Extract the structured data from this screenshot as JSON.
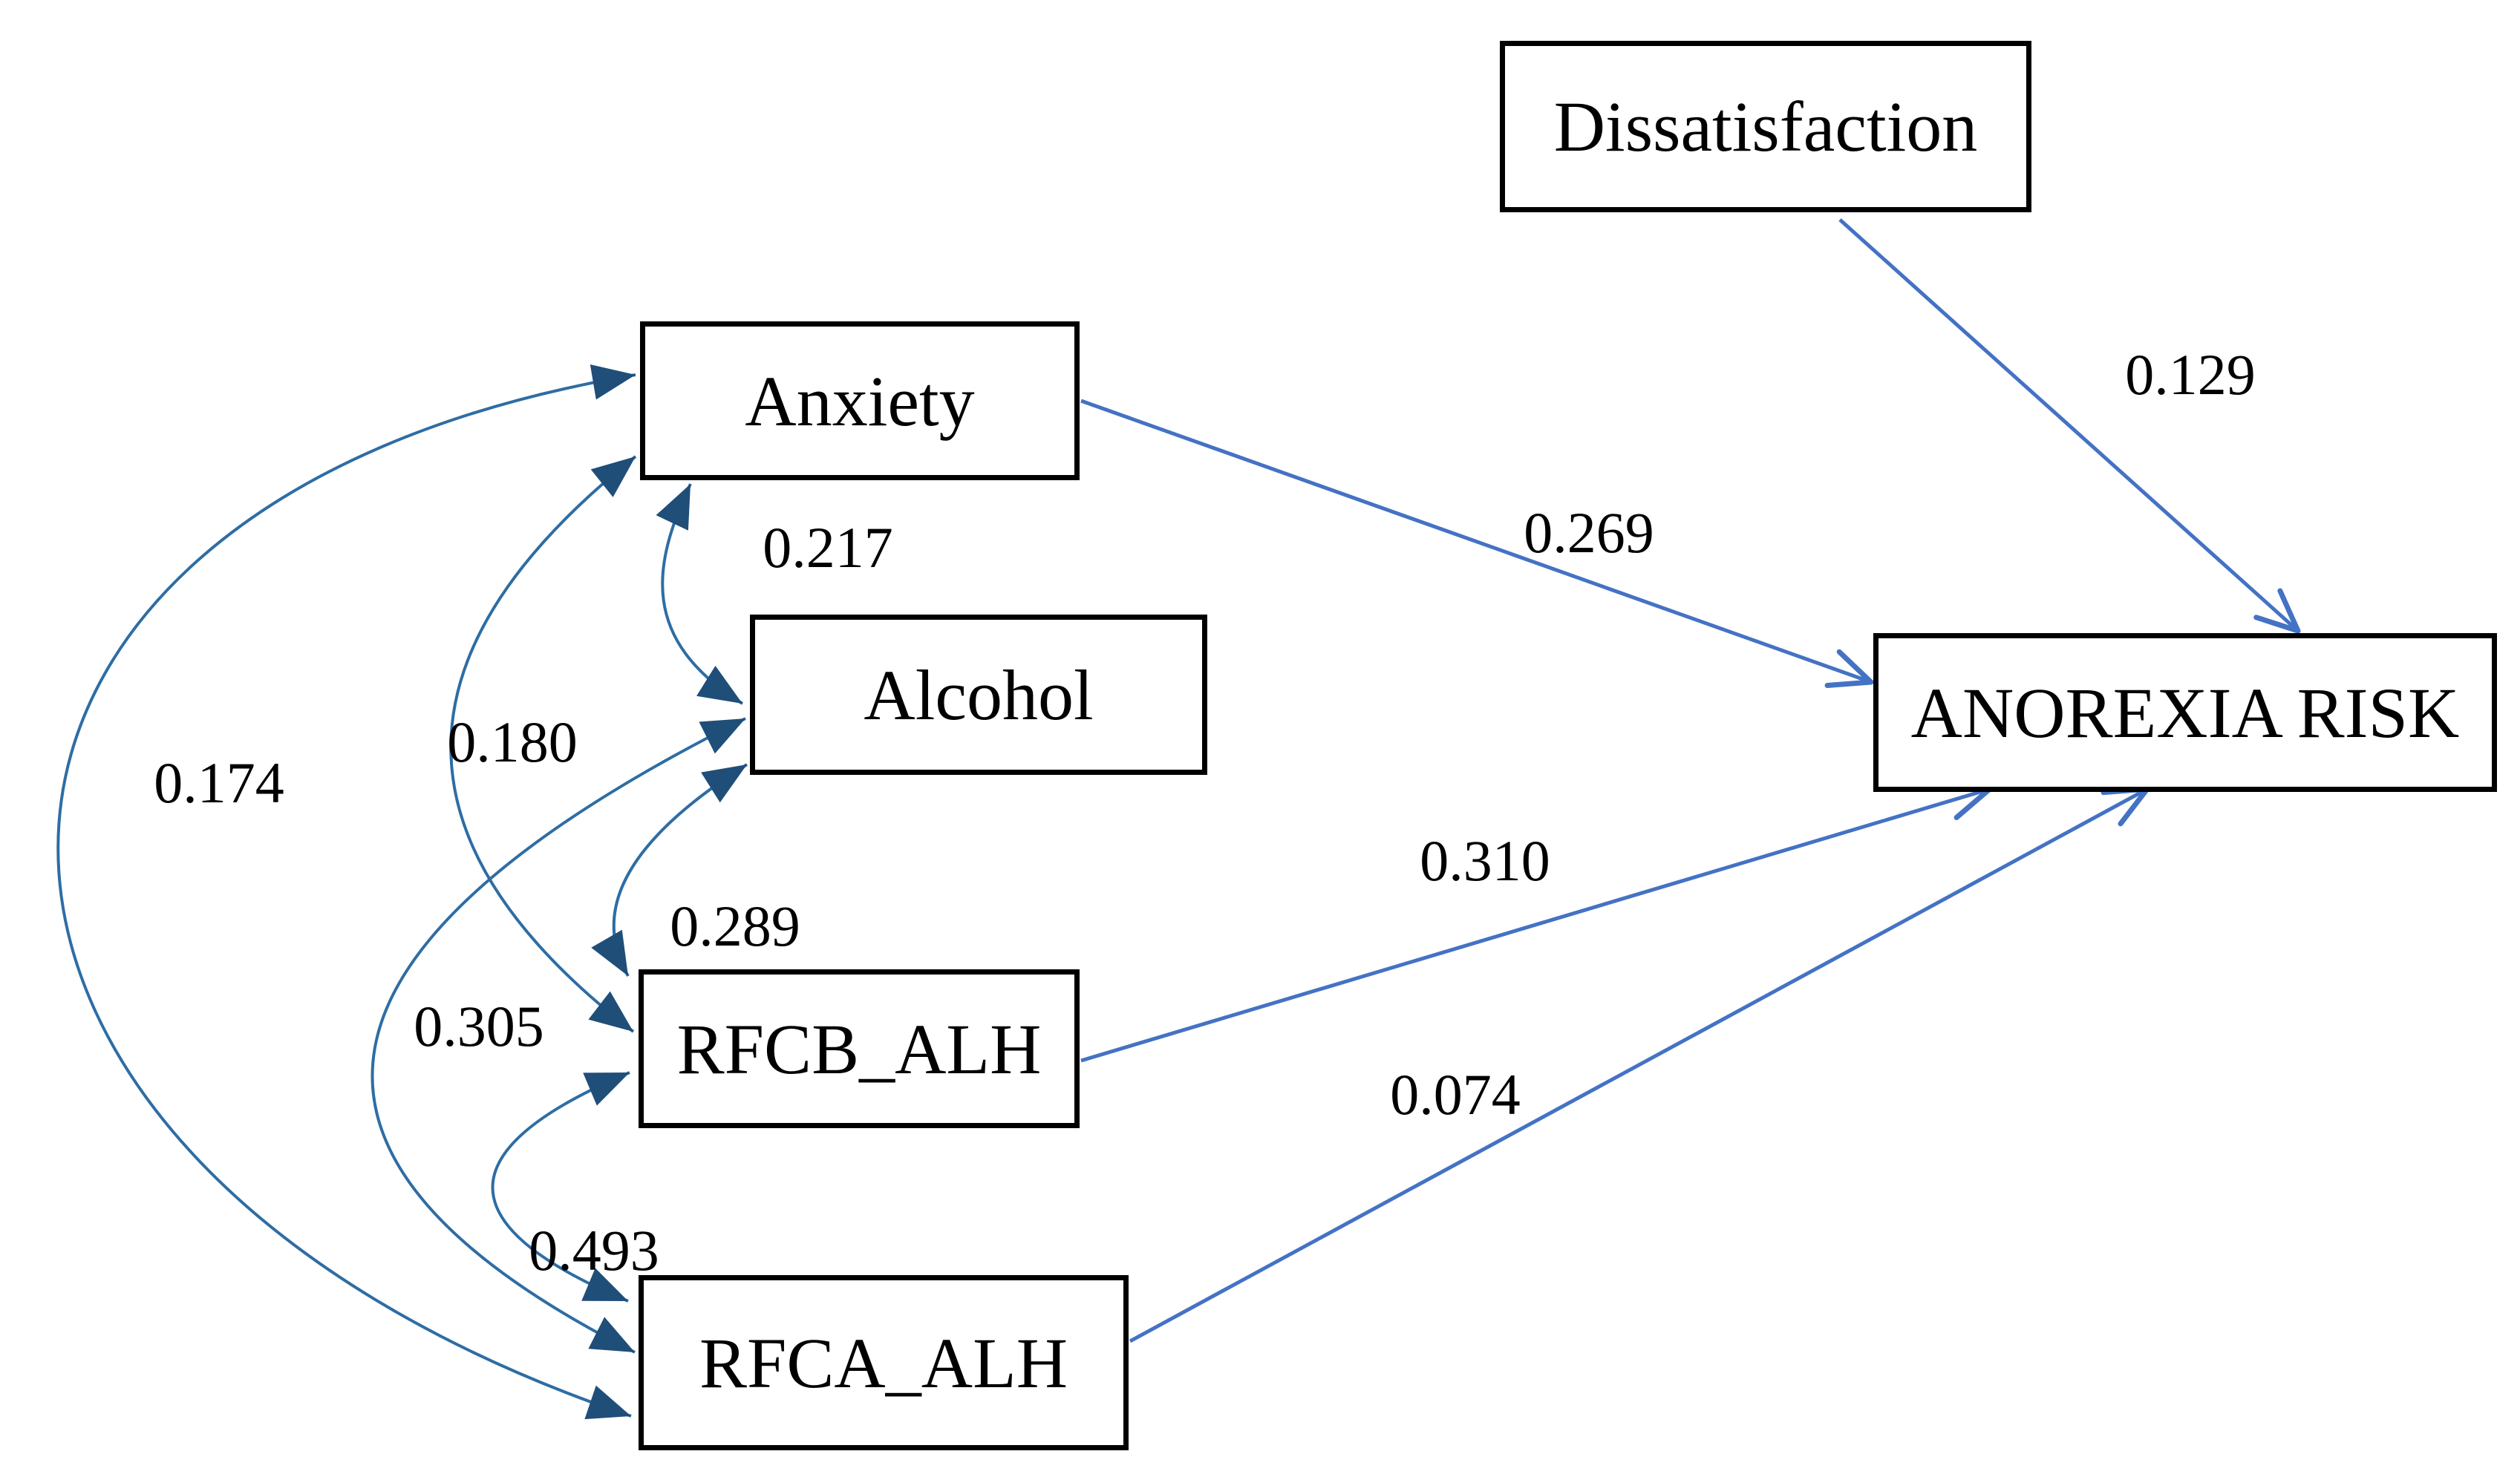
{
  "diagram": {
    "type": "path-model",
    "nodes": [
      {
        "id": "dissatisfaction",
        "label": "Dissatisfaction"
      },
      {
        "id": "anxiety",
        "label": "Anxiety"
      },
      {
        "id": "alcohol",
        "label": "Alcohol"
      },
      {
        "id": "rfcb_alh",
        "label": "RFCB_ALH"
      },
      {
        "id": "rfca_alh",
        "label": "RFCA_ALH"
      },
      {
        "id": "anorexia_risk",
        "label": "ANOREXIA RISK"
      }
    ],
    "direct_paths": [
      {
        "from": "Dissatisfaction",
        "to": "ANOREXIA RISK",
        "coefficient": "0.129"
      },
      {
        "from": "Anxiety",
        "to": "ANOREXIA RISK",
        "coefficient": "0.269"
      },
      {
        "from": "RFCB_ALH",
        "to": "ANOREXIA RISK",
        "coefficient": "0.310"
      },
      {
        "from": "RFCA_ALH",
        "to": "ANOREXIA RISK",
        "coefficient": "0.074"
      }
    ],
    "covariances": [
      {
        "between": [
          "Anxiety",
          "Alcohol"
        ],
        "coefficient": "0.217"
      },
      {
        "between": [
          "Anxiety",
          "RFCB_ALH"
        ],
        "coefficient": "0.305"
      },
      {
        "between": [
          "Anxiety",
          "RFCA_ALH"
        ],
        "coefficient": "0.174"
      },
      {
        "between": [
          "Alcohol",
          "RFCB_ALH"
        ],
        "coefficient": "0.289"
      },
      {
        "between": [
          "Alcohol",
          "RFCA_ALH"
        ],
        "coefficient": "0.180"
      },
      {
        "between": [
          "RFCB_ALH",
          "RFCA_ALH"
        ],
        "coefficient": "0.493"
      }
    ],
    "colors": {
      "regression_line": "#4472C4",
      "covariance_line": "#2E6DA4",
      "solid_arrowhead": "#1F4E79",
      "box_border": "#000000",
      "text": "#000000",
      "background": "#FFFFFF"
    }
  }
}
